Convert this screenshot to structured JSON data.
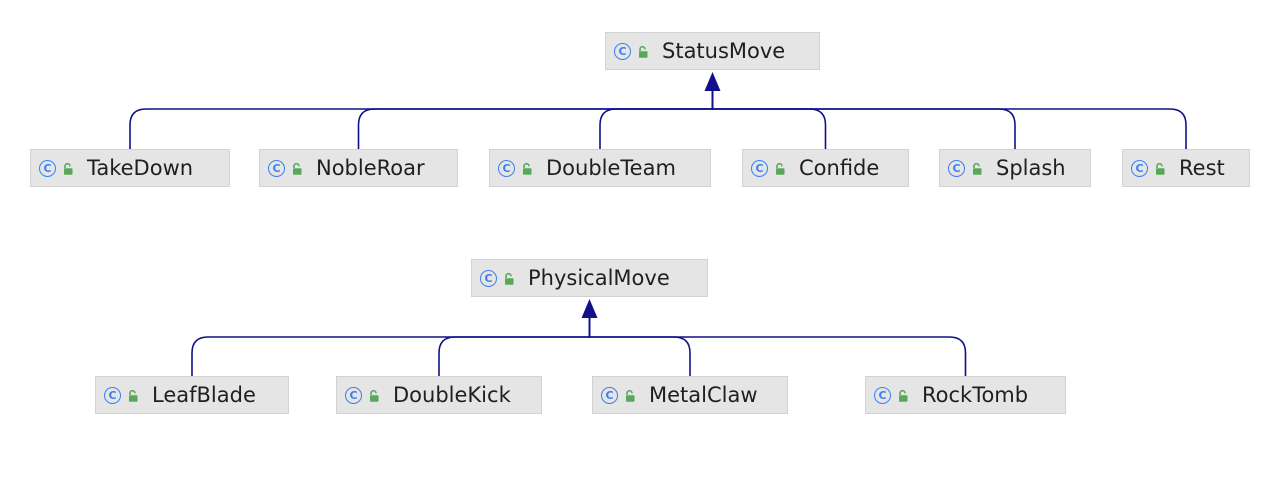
{
  "diagram": {
    "edge_color": "#10108a",
    "node_fill": "#e5e5e5",
    "class_icon": "class-c-icon",
    "access_icon": "unlocked-icon",
    "class_icon_glyph": "C",
    "groups": [
      {
        "parent": {
          "id": "statusmove",
          "label": "StatusMove"
        },
        "children": [
          {
            "id": "takedown",
            "label": "TakeDown"
          },
          {
            "id": "nobleroar",
            "label": "NobleRoar"
          },
          {
            "id": "doubleteam",
            "label": "DoubleTeam"
          },
          {
            "id": "confide",
            "label": "Confide"
          },
          {
            "id": "splash",
            "label": "Splash"
          },
          {
            "id": "rest",
            "label": "Rest"
          }
        ]
      },
      {
        "parent": {
          "id": "physicalmove",
          "label": "PhysicalMove"
        },
        "children": [
          {
            "id": "leafblade",
            "label": "LeafBlade"
          },
          {
            "id": "doublekick",
            "label": "DoubleKick"
          },
          {
            "id": "metalclaw",
            "label": "MetalClaw"
          },
          {
            "id": "rocktomb",
            "label": "RockTomb"
          }
        ]
      }
    ]
  }
}
